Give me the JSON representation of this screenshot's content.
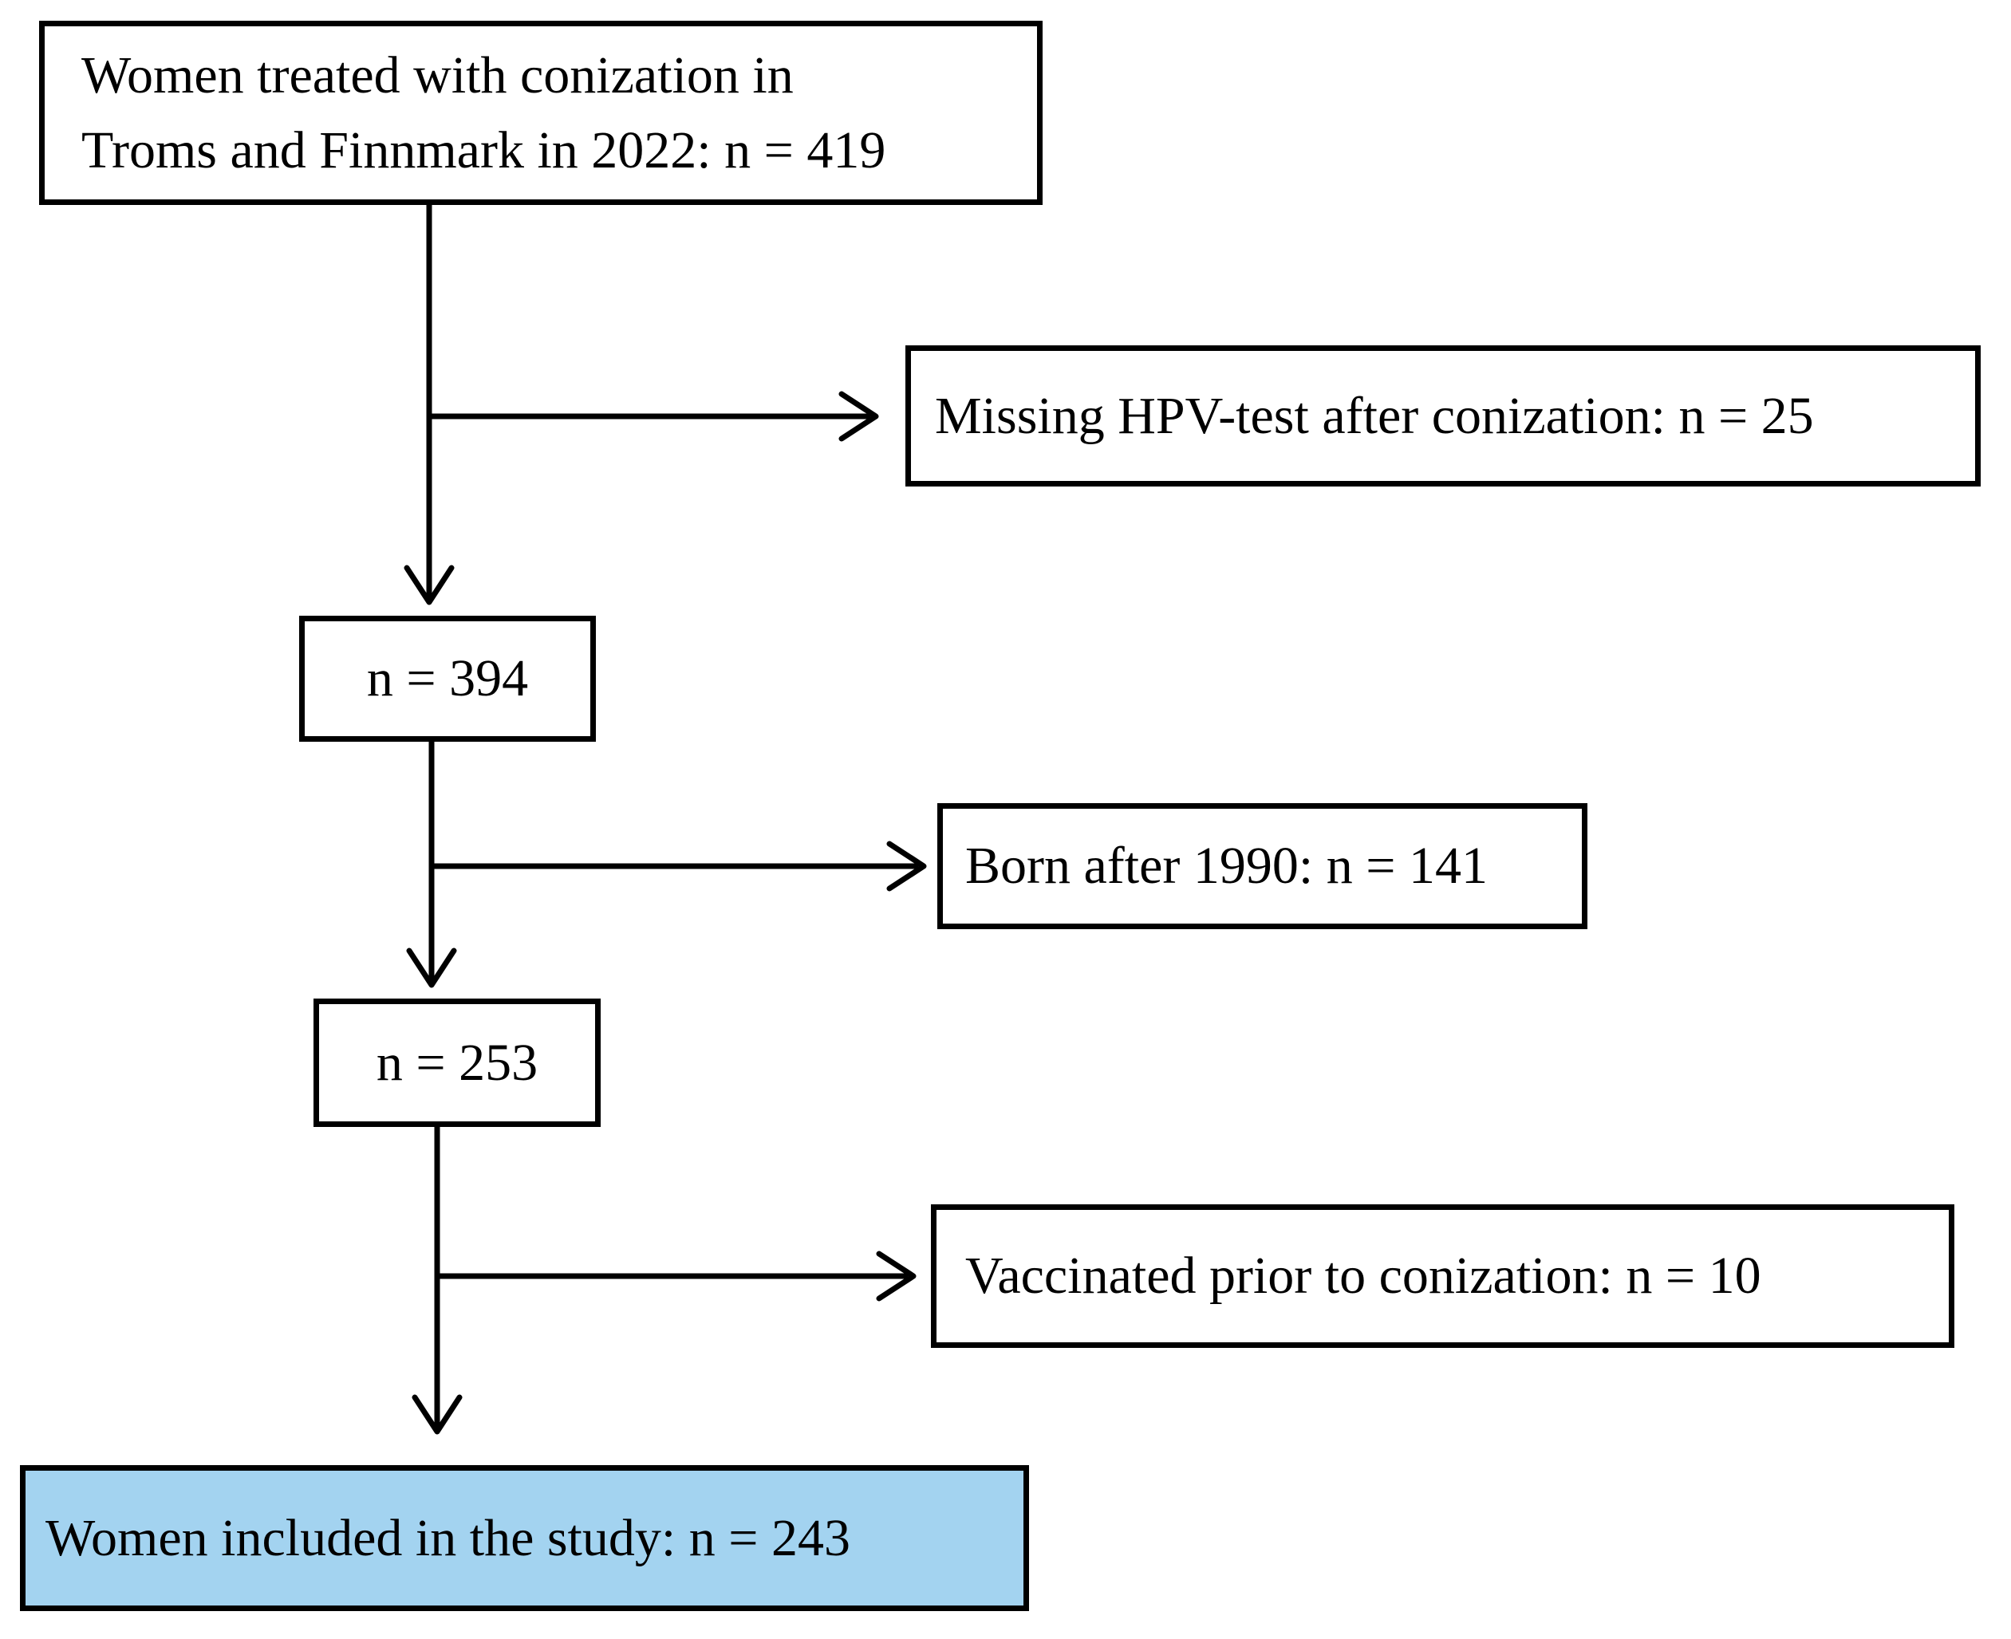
{
  "diagram": {
    "type": "study-flowchart",
    "background": "#ffffff",
    "box_border_color": "#000000",
    "text_color": "#000000",
    "included_box_fill": "#a3d3f0",
    "nodes": {
      "source": {
        "line1": "Women treated with conization in",
        "line2": "Troms and Finnmark in 2022: n = 419",
        "n": 419
      },
      "excluded_missing_hpv": {
        "label": "Missing HPV-test after conization: n = 25",
        "n": 25
      },
      "after_missing_hpv": {
        "label": "n = 394",
        "n": 394
      },
      "excluded_born_after_1990": {
        "label": "Born after 1990: n = 141",
        "n": 141
      },
      "after_born_filter": {
        "label": "n = 253",
        "n": 253
      },
      "excluded_vaccinated": {
        "label": "Vaccinated prior to conization: n = 10",
        "n": 10
      },
      "included": {
        "label": "Women included in the study: n = 243",
        "n": 243
      }
    }
  }
}
